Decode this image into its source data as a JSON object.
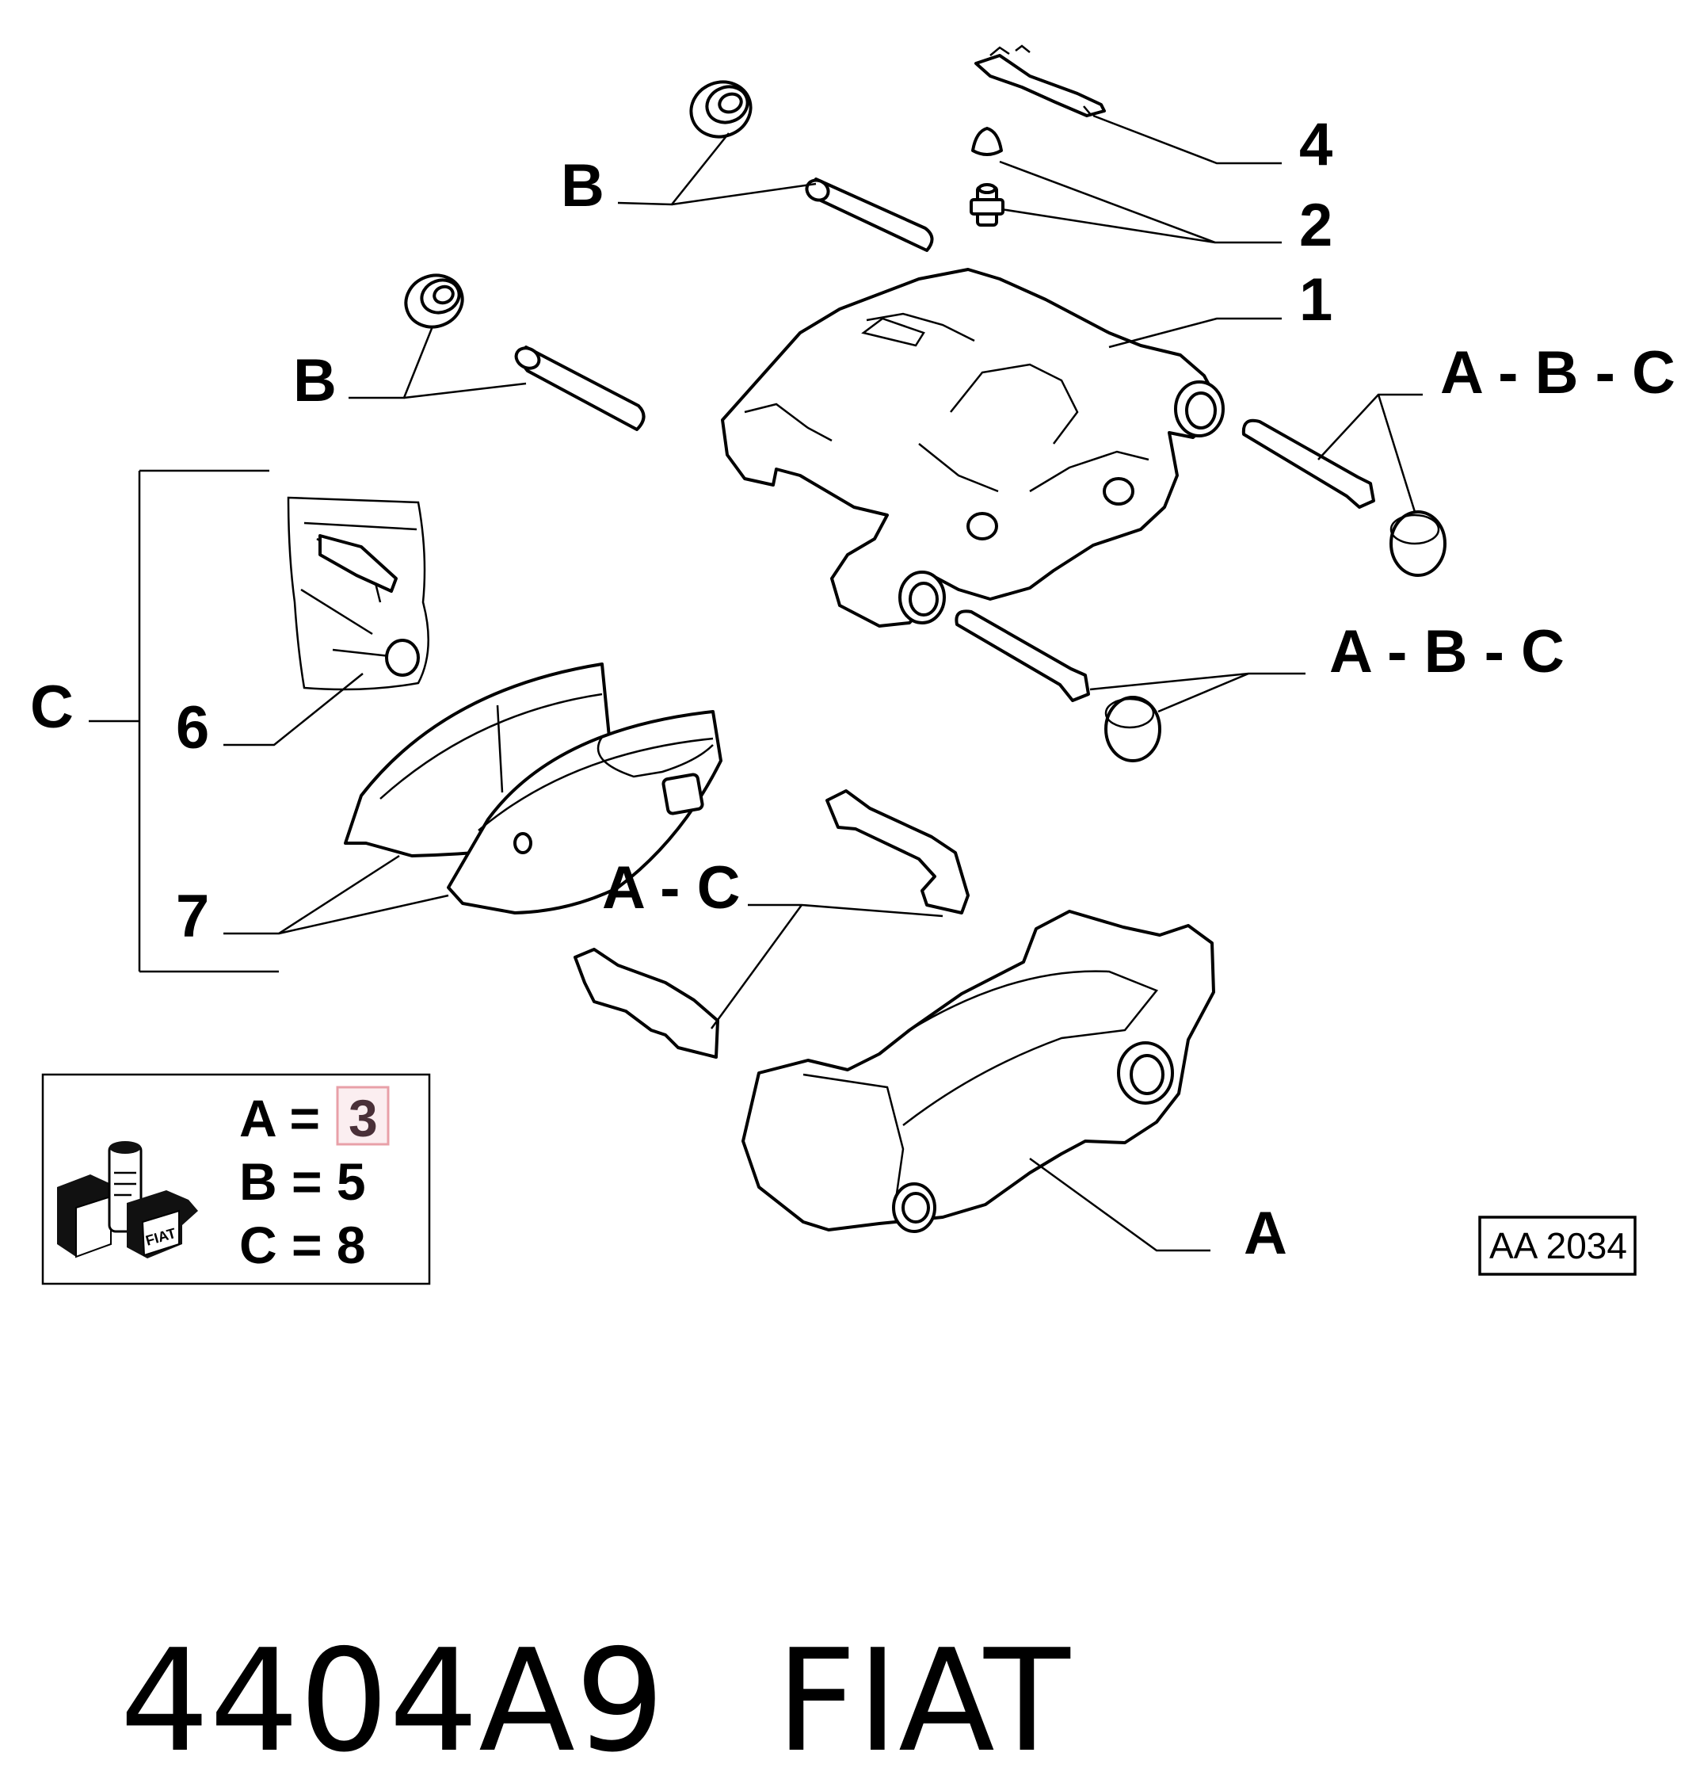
{
  "callouts": {
    "item_4": "4",
    "item_2": "2",
    "item_1": "1",
    "item_6": "6",
    "item_7": "7",
    "b_upper": "B",
    "b_lower": "B",
    "c_bracket": "C",
    "abc_upper": "A - B - C",
    "abc_lower": "A - B - C",
    "ac": "A - C",
    "a_bracket": "A"
  },
  "legend": {
    "line_a_label": "A = ",
    "line_a_value": "3",
    "line_b": "B = 5",
    "line_c": "C = 8",
    "highlight_color": "#e8a0a8",
    "logo_text": "FIAT"
  },
  "drawing_code": "AA 2034",
  "footer": {
    "part_number": "4404A9",
    "brand": "FIAT"
  }
}
